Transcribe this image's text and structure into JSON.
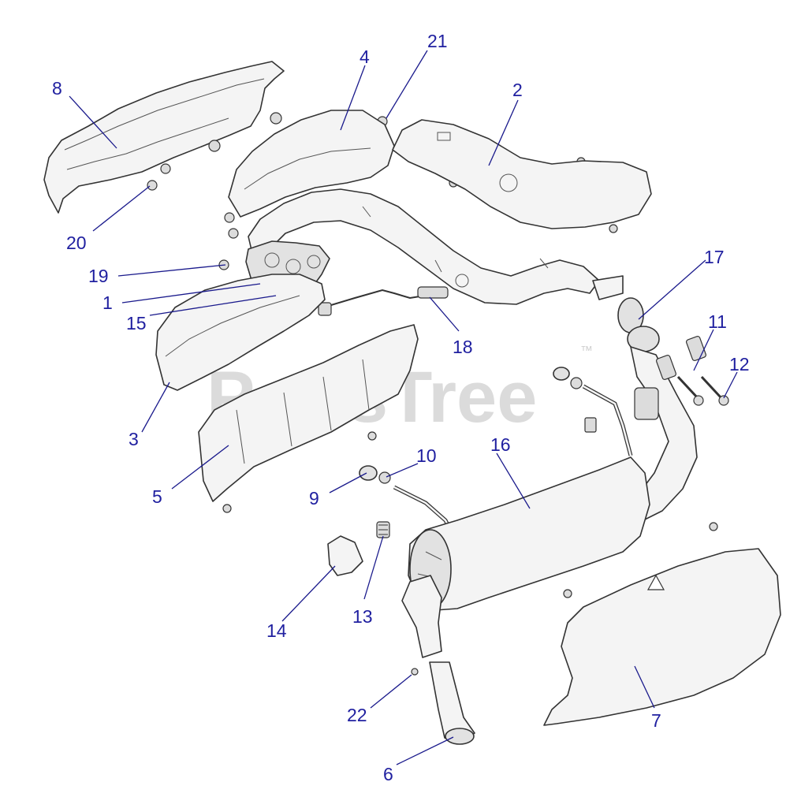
{
  "watermark": {
    "text": "PartsTree",
    "trademark": "™"
  },
  "callouts": [
    {
      "id": "c1",
      "label": "1"
    },
    {
      "id": "c2",
      "label": "2"
    },
    {
      "id": "c3",
      "label": "3"
    },
    {
      "id": "c4",
      "label": "4"
    },
    {
      "id": "c5",
      "label": "5"
    },
    {
      "id": "c6",
      "label": "6"
    },
    {
      "id": "c7",
      "label": "7"
    },
    {
      "id": "c8",
      "label": "8"
    },
    {
      "id": "c9",
      "label": "9"
    },
    {
      "id": "c10",
      "label": "10"
    },
    {
      "id": "c11",
      "label": "11"
    },
    {
      "id": "c12",
      "label": "12"
    },
    {
      "id": "c13",
      "label": "13"
    },
    {
      "id": "c14",
      "label": "14"
    },
    {
      "id": "c15",
      "label": "15"
    },
    {
      "id": "c16",
      "label": "16"
    },
    {
      "id": "c17",
      "label": "17"
    },
    {
      "id": "c18",
      "label": "18"
    },
    {
      "id": "c19",
      "label": "19"
    },
    {
      "id": "c20",
      "label": "20"
    },
    {
      "id": "c21",
      "label": "21"
    },
    {
      "id": "c22",
      "label": "22"
    }
  ],
  "colors": {
    "callout": "#2020a0",
    "leader": "#1a1a8c",
    "part_fill": "#f4f4f4",
    "outline": "#333333"
  }
}
